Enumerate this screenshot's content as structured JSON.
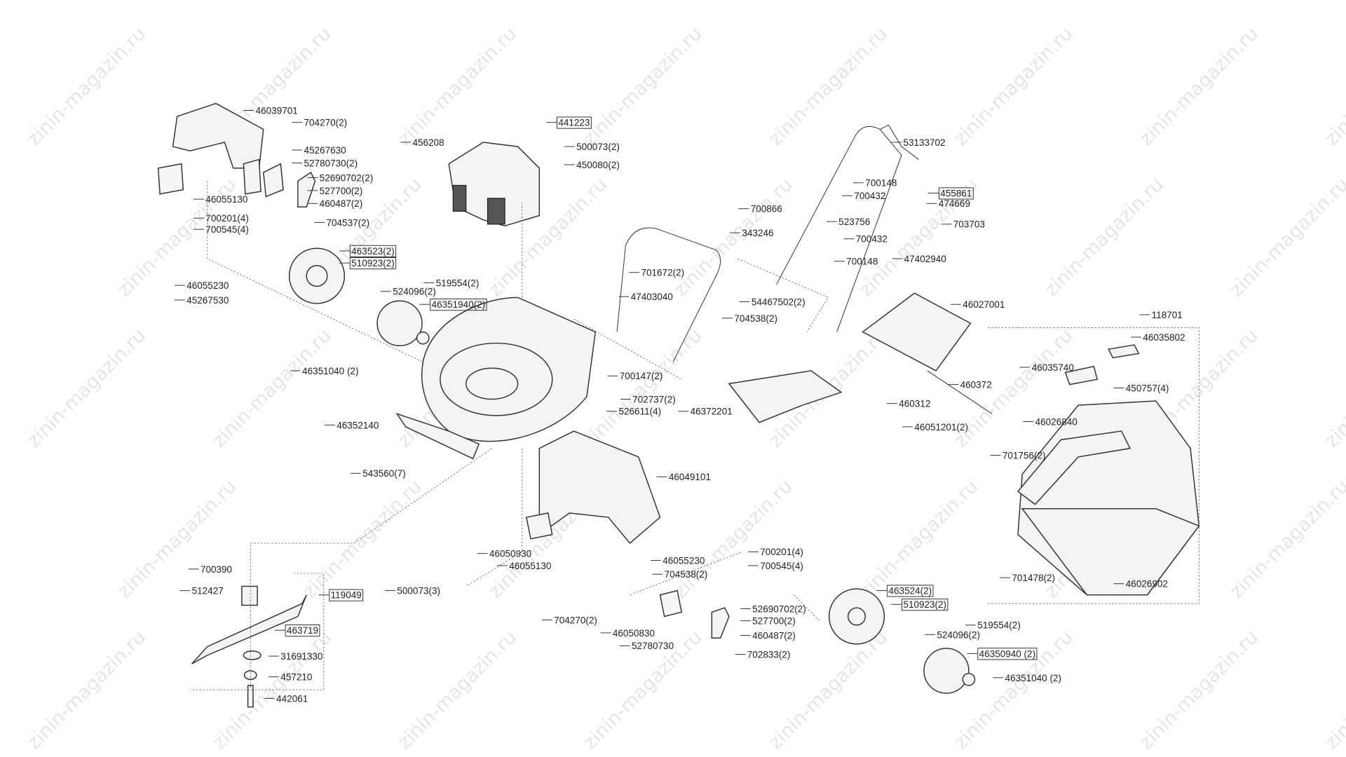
{
  "watermark": "zinin-magazin.ru",
  "labels": [
    "46039701",
    "704270(2)",
    "45267630",
    "52780730(2)",
    "52690702(2)",
    "527700(2)",
    "460487(2)",
    "704537(2)",
    "46055130",
    "700201(4)",
    "700545(4)",
    "46055230",
    "45267530",
    "463523(2)",
    "510923(2)",
    "519554(2)",
    "524096(2)",
    "46351940(2)",
    "46351040 (2)",
    "456208",
    "441223",
    "500073(2)",
    "450080(2)",
    "53133702",
    "700148",
    "700432",
    "455861",
    "474669",
    "700866",
    "523756",
    "343246",
    "700432",
    "703703",
    "700148",
    "47402940",
    "701672(2)",
    "47403040",
    "54467502(2)",
    "704538(2)",
    "46027001",
    "118701",
    "46035802",
    "46035740",
    "450757(4)",
    "700147(2)",
    "702737(2)",
    "526611(4)",
    "460372",
    "460312",
    "46051201(2)",
    "46372201",
    "46026840",
    "46352140",
    "543560(7)",
    "46049101",
    "701756(2)",
    "46050930",
    "46055130",
    "46055230",
    "700201(4)",
    "700545(4)",
    "704538(2)",
    "700390",
    "512427",
    "119049",
    "500073(3)",
    "701478(2)",
    "46026902",
    "463524(2)",
    "510923(2)",
    "704270(2)",
    "52690702(2)",
    "527700(2)",
    "46050830",
    "460487(2)",
    "52780730",
    "702833(2)",
    "519554(2)",
    "524096(2)",
    "463719",
    "46350940 (2)",
    "31691330",
    "457210",
    "46351040 (2)",
    "442061"
  ]
}
